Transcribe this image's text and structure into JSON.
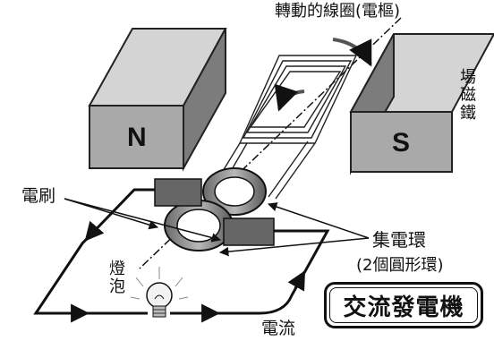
{
  "labels": {
    "rotating_coil": "轉動的線圈(電樞)",
    "field_magnet": "場磁鐵",
    "pole_north": "N",
    "pole_south": "S",
    "brush": "電刷",
    "slip_rings": "集電環",
    "slip_rings_note": "(2個圓形環)",
    "bulb": "燈泡",
    "current": "電流",
    "title": "交流發電機"
  },
  "icons": {
    "rotation_arrow": "curved-arrow-icon",
    "current_arrow": "arrowhead-icon",
    "bulb": "lightbulb-icon"
  }
}
